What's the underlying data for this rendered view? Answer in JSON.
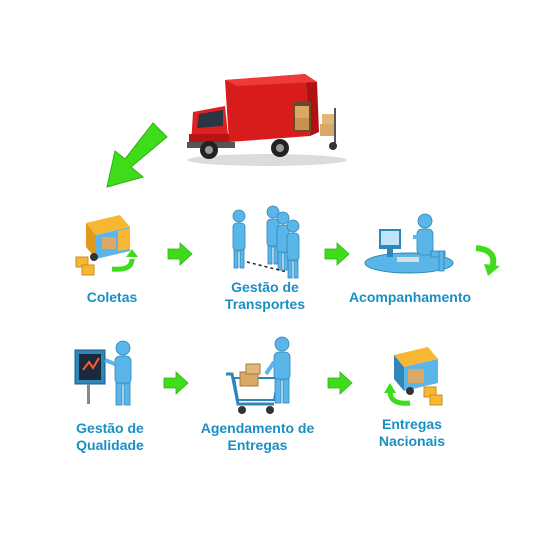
{
  "diagram": {
    "steps": [
      {
        "id": "coletas",
        "lines": [
          "Coletas"
        ]
      },
      {
        "id": "gestao-transportes",
        "lines": [
          "Gestão de",
          "Transportes"
        ]
      },
      {
        "id": "acompanhamento",
        "lines": [
          "Acompanhamento"
        ]
      },
      {
        "id": "gestao-qualidade",
        "lines": [
          "Gestão de",
          "Qualidade"
        ]
      },
      {
        "id": "agendamento-entregas",
        "lines": [
          "Agendamento de",
          "Entregas"
        ]
      },
      {
        "id": "entregas-nacionais",
        "lines": [
          "Entregas",
          "Nacionais"
        ]
      }
    ],
    "colors": {
      "label": "#1a8fc4",
      "arrow": "#3fdc1b",
      "truck": "#e02020",
      "figure": "#5ab6e8"
    }
  }
}
